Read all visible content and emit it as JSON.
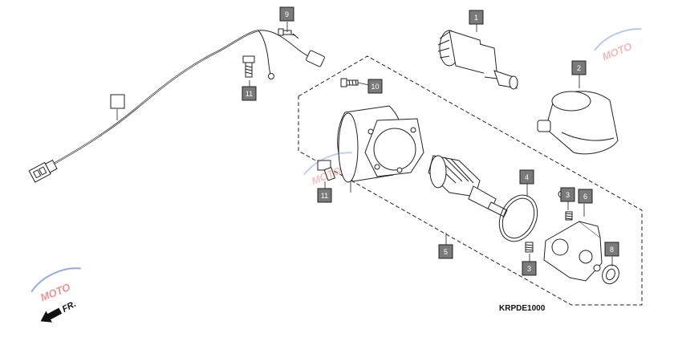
{
  "diagram": {
    "code": "KRPDE1000",
    "front_arrow_label": "FR.",
    "watermark": "MOTO",
    "callouts": [
      {
        "id": "wire-harness",
        "label": ""
      },
      {
        "id": "part-1",
        "label": "1"
      },
      {
        "id": "part-2",
        "label": "2"
      },
      {
        "id": "part-3a",
        "label": "3"
      },
      {
        "id": "part-3b",
        "label": "3"
      },
      {
        "id": "part-4",
        "label": "4"
      },
      {
        "id": "part-5",
        "label": "5"
      },
      {
        "id": "part-6",
        "label": "6"
      },
      {
        "id": "part-8",
        "label": "8"
      },
      {
        "id": "part-9",
        "label": "9"
      },
      {
        "id": "part-10",
        "label": "10"
      },
      {
        "id": "part-11a",
        "label": "11"
      },
      {
        "id": "part-11b",
        "label": "11"
      }
    ],
    "colors": {
      "line": "#222222",
      "callout_fill": "#7a7a7a",
      "callout_text": "#ffffff",
      "watermark_red": "#e03a3a",
      "watermark_blue": "#3b63c9"
    }
  }
}
